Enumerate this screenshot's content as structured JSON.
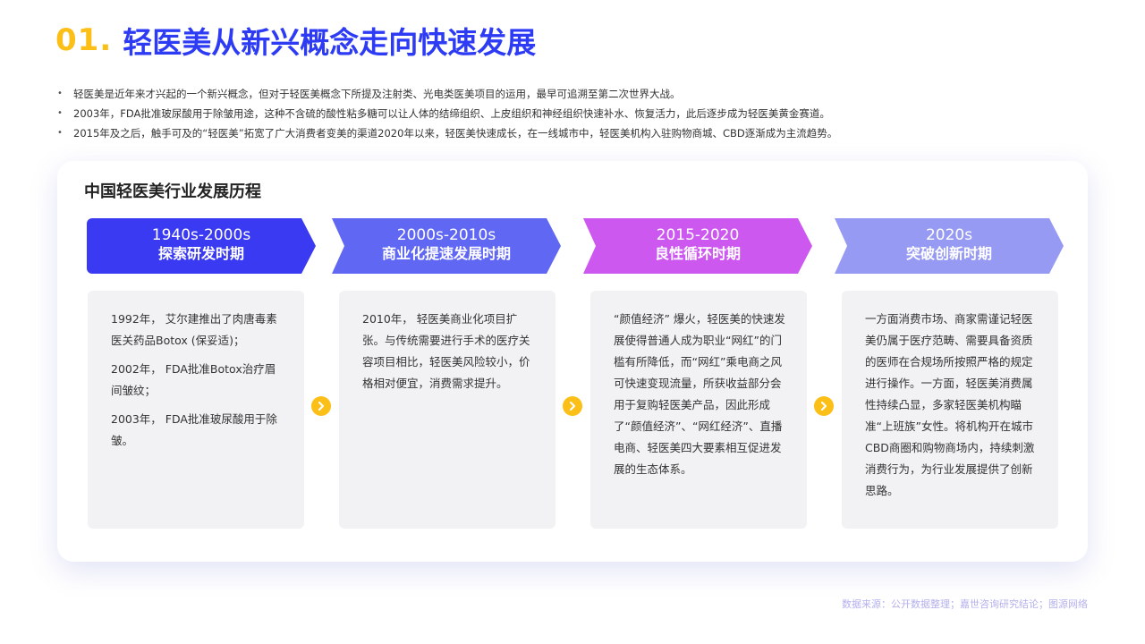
{
  "header": {
    "number": "01.",
    "title": "轻医美从新兴概念走向快速发展"
  },
  "bullets": [
    "轻医美是近年来才兴起的一个新兴概念，但对于轻医美概念下所提及注射类、光电类医美项目的运用，最早可追溯至第二次世界大战。",
    "2003年，FDA批准玻尿酸用于除皱用途，这种不含硫的酸性粘多糖可以让人体的结缔组织、上皮组织和神经组织快速补水、恢复活力，此后逐步成为轻医美黄金赛道。",
    "2015年及之后，触手可及的“轻医美”拓宽了广大消费者变美的渠道2020年以来，轻医美快速成长，在一线城市中，轻医美机构入驻购物商城、CBD逐渐成为主流趋势。"
  ],
  "panel": {
    "title": "中国轻医美行业发展历程",
    "phases": [
      {
        "years": "1940s-2000s",
        "name": "探索研发时期",
        "color": "#3a3af2",
        "paragraphs": [
          "1992年，  艾尔建推出了肉唐毒素医关药品Botox (保妥适)；",
          "2002年，  FDA批准Botox治疗眉间皱纹；",
          "2003年，  FDA批准玻尿酸用于除皱。"
        ]
      },
      {
        "years": "2000s-2010s",
        "name": "商业化提速发展时期",
        "color": "#6067f3",
        "paragraphs": [
          "2010年，  轻医美商业化项目扩张。与传统需要进行手术的医疗关容项目相比，轻医美风险较小，价格相对便宜，消费需求提升。"
        ]
      },
      {
        "years": "2015-2020",
        "name": "良性循环时期",
        "color": "#cc58f0",
        "paragraphs": [
          "“颜值经济” 爆火，轻医美的快速发展使得普通人成为职业“网红”的门槛有所降低，而“网红”乘电商之风可快速变现流量，所获收益部分会用于复购轻医美产品，因此形成了“颜值经济”、“网红经济”、直播电商、轻医美四大要素相互促进发展的生态体系。"
        ]
      },
      {
        "years": "2020s",
        "name": "突破创新时期",
        "color": "#979af3",
        "paragraphs": [
          "一方面消费市场、商家需谨记轻医美仍属于医疗范畴、需要具备资质的医师在合规场所按照严格的规定进行操作。一方面，轻医美消费属性持续凸显，多家轻医美机构瞄准“上班族”女性。将机构开在城市CBD商圈和购物商场内，持续刺激消费行为，为行业发展提供了创新思路。"
        ]
      }
    ],
    "arrow_icon": "chevron-right-circle-icon",
    "arrow_color": "#fbbf17"
  },
  "source": "数据来源：公开数据整理；嘉世咨询研究结论；图源网络"
}
